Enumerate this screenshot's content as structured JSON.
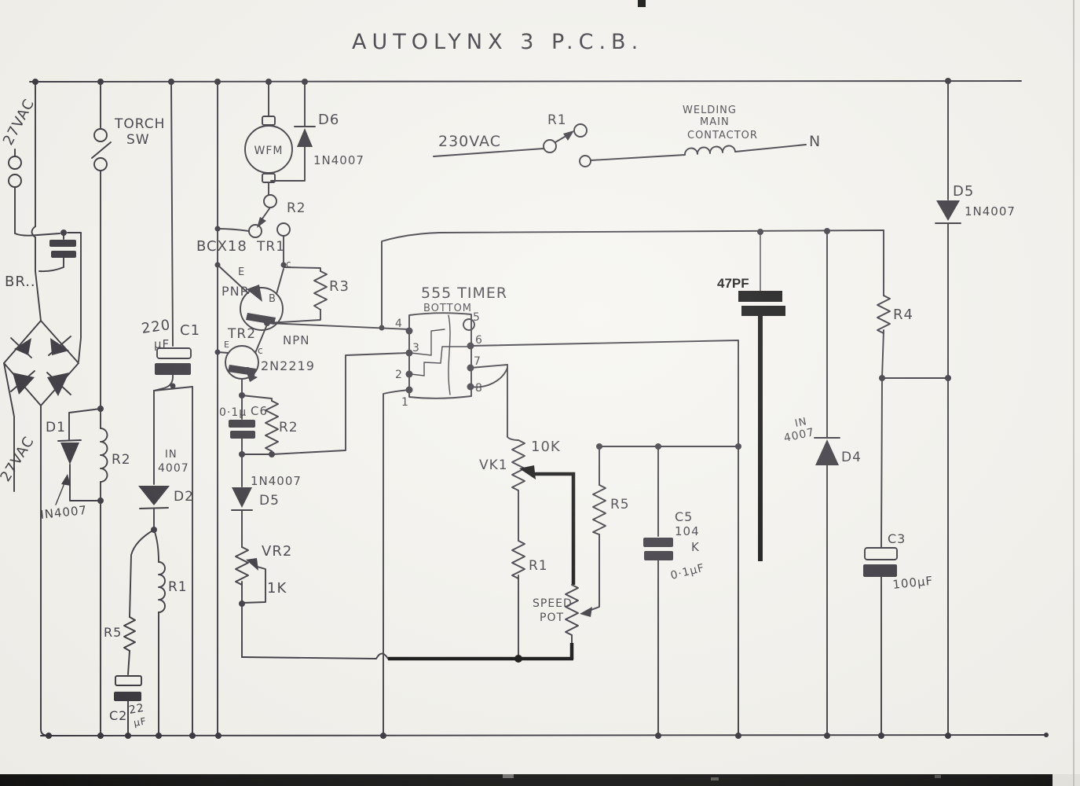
{
  "meta": {
    "title": "AUTOLYNX  3    P.C.B."
  },
  "colors": {
    "ink": "#2e2c33",
    "paper": "#f5f4ef",
    "digital_overlay": "#000000"
  },
  "power": {
    "ac27_top": "27VAC",
    "ac27_bottom": "27VAC",
    "ac230": "230VAC",
    "neutral": "N"
  },
  "switches": {
    "torch_line1": "TORCH",
    "torch_line2": "SW",
    "relay_contact": "R2",
    "mains_relay_contact": "R1"
  },
  "contactor": {
    "line1": "WELDING",
    "line2": "MAIN",
    "line3": "CONTACTOR"
  },
  "motor": {
    "label": "WFM"
  },
  "bridge": {
    "label": "BR.."
  },
  "timer": {
    "name": "555 TIMER",
    "view": "BOTTOM",
    "pins": [
      "1",
      "2",
      "3",
      "4",
      "5",
      "6",
      "7",
      "8"
    ]
  },
  "transistors": {
    "tr1": "TR1",
    "tr1_part": "BCX18",
    "tr1_type": "PNP",
    "tr2": "TR2",
    "tr2_part": "2N2219",
    "tr2_type": "NPN",
    "e": "E",
    "c": "c",
    "b": "B",
    "e_small": "E"
  },
  "resistors": {
    "r1_left": "R1",
    "r1_mid": "R1",
    "r2_left": "R2",
    "r2_mid": "R2",
    "r3": "R3",
    "r4": "R4",
    "r5_left": "R5",
    "r5_mid": "R5",
    "vk1": "VK1",
    "vk1_value": "10K",
    "vr2": "VR2",
    "vr2_value": "1K",
    "speed_pot_line1": "SPEED",
    "speed_pot_line2": "POT"
  },
  "capacitors": {
    "c1": "C1",
    "c1_value": "220",
    "c1_unit": "µF",
    "c2": "C2",
    "c2_value": "22",
    "c2_unit": "µF",
    "c3": "C3",
    "c3_value": "100µF",
    "c5": "C5",
    "c5_code": "104",
    "c5_tol": "K",
    "c5_value": "0·1µF",
    "c6_value": "0·1µ",
    "c6": "C6",
    "c47": "47PF"
  },
  "diodes": {
    "d1": "D1",
    "d1_part": "IN4007",
    "d2": "D2",
    "d2_part_line1": "IN",
    "d2_part_line2": "4007",
    "d4": "D4",
    "d4_part_line1": "IN",
    "d4_part_line2": "4007",
    "d5_left": "D5",
    "d5_left_part": "1N4007",
    "d5_right": "D5",
    "d5_right_part": "1N4007",
    "d6": "D6",
    "d6_part": "1N4007"
  }
}
